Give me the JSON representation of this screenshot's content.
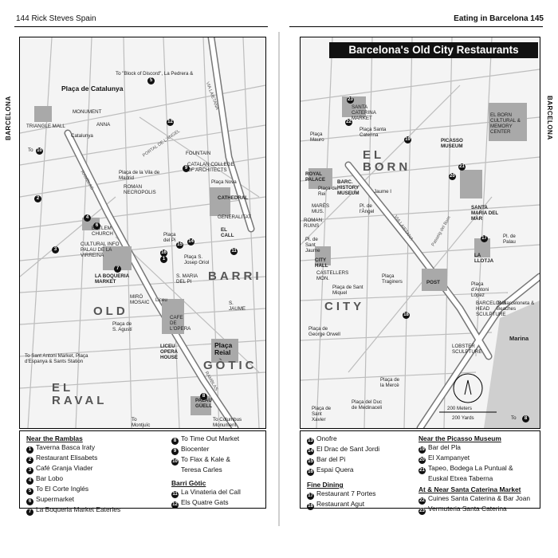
{
  "header": {
    "left": "144  Rick Steves Spain",
    "right": "Eating in Barcelona  145"
  },
  "tabs": {
    "left": "BARCELONA",
    "right": "BARCELONA"
  },
  "map_right_title": "Barcelona's Old City Restaurants",
  "left_map": {
    "labels": {
      "placa_catalunya": "Plaça de Catalunya",
      "to_black": "To \"Block of Discord\", La Pedrera &",
      "monument": "MONUMENT",
      "triangle_mall": "TRIANGLE MALL",
      "catalunya": "Catalunya",
      "anna": "ANNA",
      "to_10": "To",
      "portal": "PORTAL DE L'ÀNGEL",
      "via_laietana": "VIA LAIETANA",
      "fountain": "FOUNTAIN",
      "catalan_college": "CATALAN COLLEGE OF ARCHITECTS",
      "placa_villa": "Plaça de la Vila de Madrid",
      "roman_necro": "ROMAN NECROPOLIS",
      "cathedral": "CATHEDRAL",
      "placa_nova": "Plaça Nova",
      "betlem": "BETLEM CHURCH",
      "cultural_info": "CULTURAL INFO PALAU DE LA VIRREINA",
      "generalitat": "GENERALITAT",
      "el_call": "EL CALL",
      "placa_pi": "Plaça del Pi",
      "placa_josep": "Plaça S. Josep Oriol",
      "s_maria_pi": "S. MARIA DEL PI",
      "barri": "BARRI",
      "boqueria": "LA BOQUERIA MARKET",
      "old": "OLD",
      "miro": "MIRÓ MOSAIC",
      "liceu_stop": "Liceu",
      "placa_agusti": "Plaça de S. Agustí",
      "cafe_opera": "CAFE DE L'OPERA",
      "s_jaume": "S. JAUME",
      "liceu_opera": "LICEU OPERA HOUSE",
      "placa_reial": "Plaça Reial",
      "gotic": "GÒTIC",
      "to_sant_antoni": "To Sant Antoni Market, Plaça d'Espanya & Sants Station",
      "el_raval": "EL RAVAL",
      "palau_guell": "PALAU GÜELL",
      "to_montjuic": "To Montjuïc",
      "to_columbus": "To Columbus Monument",
      "ramblas": "RAMBLAS",
      "ramblas2": "RAMBLAS"
    }
  },
  "right_map": {
    "labels": {
      "santa_caterina": "SANTA CATERINA MARKET",
      "placa_santa": "Plaça Santa Caterina",
      "el_born": "EL BORN",
      "picasso": "PICASSO MUSEUM",
      "el_born_cultural": "EL BORN CULTURAL & MEMORY CENTER",
      "placa_mauro": "Plaça Mauro",
      "royal_palace": "ROYAL PALACE",
      "placa_rei": "Plaça del Rei",
      "barc_history": "BARC. HISTORY MUSEUM",
      "jaume": "Jaume I",
      "pl_angel": "Pl. de l'Àngel",
      "santa_maria": "SANTA MARIA DEL MAR",
      "passeig_born": "Passeig del Born",
      "mares": "MARÈS MUS.",
      "roman_ruins": "ROMAN RUINS",
      "via_laietana": "VIA LAIETANA",
      "pl_sant_jaume": "Pl. de Sant Jaume",
      "city_hall": "CITY HALL",
      "pl_palau": "Pl. de Palau",
      "la_llotja": "LA LLOTJA",
      "castellers": "CASTELLERS MON.",
      "placa_sant_miquel": "Plaça de Sant Miquel",
      "placa_traginers": "Plaça Traginers",
      "post": "POST",
      "placa_antoni": "Plaça d'Antoni López",
      "city": "CITY",
      "barcelona_head": "BARCELONA HEAD SCULPTURE",
      "to_barceloneta": "To Barceloneta & Beaches",
      "marina": "Marina",
      "placa_george": "Plaça de George Orwell",
      "lobster": "LOBSTER SCULPTURE",
      "placa_merce": "Plaça de la Mercè",
      "placa_duc": "Plaça del Duc de Medinaceli",
      "placa_veronica": "Plaça de Sant Xavier",
      "scale_m": "200 Meters",
      "scale_y": "200 Yards",
      "to_8": "To"
    }
  },
  "legend_left": {
    "col1_header": "Near the Ramblas",
    "col1": [
      {
        "n": "1",
        "t": "Taverna Basca Iraty"
      },
      {
        "n": "2",
        "t": "Restaurant Elisabets"
      },
      {
        "n": "3",
        "t": "Café Granja Viader"
      },
      {
        "n": "4",
        "t": "Bar Lobo"
      },
      {
        "n": "5",
        "t": "To El Corte Inglés"
      },
      {
        "n": "6",
        "t": "Supermarket"
      },
      {
        "n": "7",
        "t": "La Boqueria Market Eateries"
      }
    ],
    "col2a": [
      {
        "n": "8",
        "t": "To Time Out Market"
      },
      {
        "n": "9",
        "t": "Biocenter"
      },
      {
        "n": "10",
        "t": "To Flax & Kale &"
      },
      {
        "n": "",
        "t": "Teresa Carles"
      }
    ],
    "col2_header": "Barri Gòtic",
    "col2b": [
      {
        "n": "11",
        "t": "La Vinateria del Call"
      },
      {
        "n": "12",
        "t": "Els Quatre Gats"
      }
    ]
  },
  "legend_right": {
    "col1a": [
      {
        "n": "13",
        "t": "Onofre"
      },
      {
        "n": "14",
        "t": "El Drac de Sant Jordi"
      },
      {
        "n": "15",
        "t": "Bar del Pi"
      },
      {
        "n": "16",
        "t": "Espai Quera"
      }
    ],
    "col1_header": "Fine Dining",
    "col1b": [
      {
        "n": "17",
        "t": "Restaurant 7 Portes"
      },
      {
        "n": "18",
        "t": "Restaurant Agut"
      }
    ],
    "col2_header": "Near the Picasso Museum",
    "col2a": [
      {
        "n": "19",
        "t": "Bar del Pla"
      },
      {
        "n": "20",
        "t": "El Xampanyet"
      },
      {
        "n": "21",
        "t": "Tapeo, Bodega La Puntual &"
      },
      {
        "n": "",
        "t": "Euskal Etxea Taberna"
      }
    ],
    "col2_header2": "At & Near Santa Caterina Market",
    "col2b": [
      {
        "n": "22",
        "t": "Cuines Santa Caterina & Bar Joan"
      },
      {
        "n": "23",
        "t": "Vermuteria Santa Caterina"
      }
    ]
  }
}
